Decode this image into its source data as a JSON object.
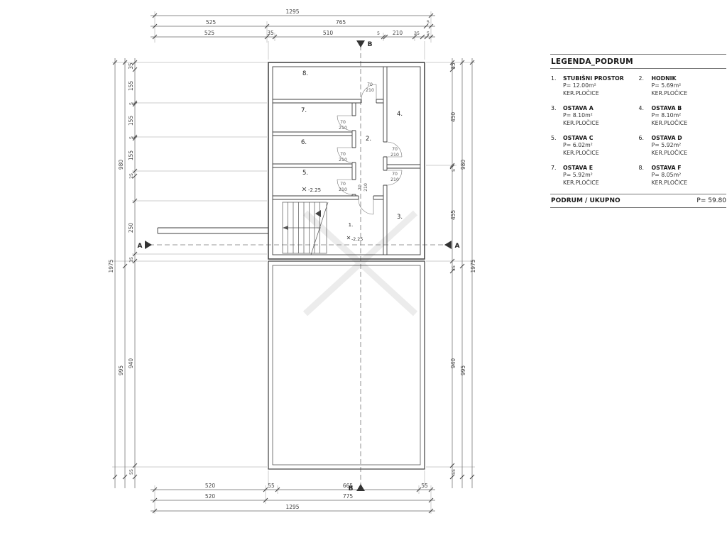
{
  "legend": {
    "title": "LEGENDA_PODRUM",
    "items": [
      {
        "num": "1.",
        "name": "STUBIŠNI PROSTOR",
        "area": "P= 12.00m²",
        "floor": "KER.PLOČICE"
      },
      {
        "num": "2.",
        "name": "HODNIK",
        "area": "P= 5.69m²",
        "floor": "KER.PLOČICE"
      },
      {
        "num": "3.",
        "name": "OSTAVA A",
        "area": "P= 8.10m²",
        "floor": "KER.PLOČICE"
      },
      {
        "num": "4.",
        "name": "OSTAVA B",
        "area": "P= 8.10m²",
        "floor": "KER.PLOČICE"
      },
      {
        "num": "5.",
        "name": "OSTAVA C",
        "area": "P= 6.02m²",
        "floor": "KER.PLOČICE"
      },
      {
        "num": "6.",
        "name": "OSTAVA D",
        "area": "P= 5.92m²",
        "floor": "KER.PLOČICE"
      },
      {
        "num": "7.",
        "name": "OSTAVA E",
        "area": "P= 5.92m²",
        "floor": "KER.PLOČICE"
      },
      {
        "num": "8.",
        "name": "OSTAVA F",
        "area": "P= 8.05m²",
        "floor": "KER.PLOČICE"
      }
    ],
    "total_label": "PODRUM / UKUPNO",
    "total_value": "P= 59.80"
  },
  "plan": {
    "rooms": {
      "r1": "1.",
      "r2": "2.",
      "r3": "3.",
      "r4": "4.",
      "r5": "5.",
      "r6": "6.",
      "r7": "7.",
      "r8": "8."
    },
    "level_upper": "-2.25",
    "level_lower": "-2.25",
    "door": {
      "w": "70",
      "h": "210"
    },
    "section_a": "A",
    "section_b": "B",
    "dims": {
      "top1": [
        "1295"
      ],
      "top2": [
        "525",
        "765",
        "5"
      ],
      "top3": [
        "525",
        "35",
        "510",
        "5",
        "210",
        "35",
        "5"
      ],
      "bottom1": [
        "520",
        "55",
        "665",
        "55"
      ],
      "bottom2": [
        "520",
        "775"
      ],
      "bottom3": [
        "1295"
      ],
      "left_inner": [
        "35",
        "155",
        "5",
        "155",
        "5",
        "155",
        "25",
        "250",
        "35",
        "940",
        "55"
      ],
      "left_mid": [
        "980",
        "995"
      ],
      "left_outer": [
        "1975"
      ],
      "right_inner": [
        "35",
        "450",
        "5",
        "455",
        "35",
        "940",
        "55"
      ],
      "right_mid": [
        "980",
        "995"
      ],
      "right_outer": [
        "1975"
      ]
    }
  }
}
